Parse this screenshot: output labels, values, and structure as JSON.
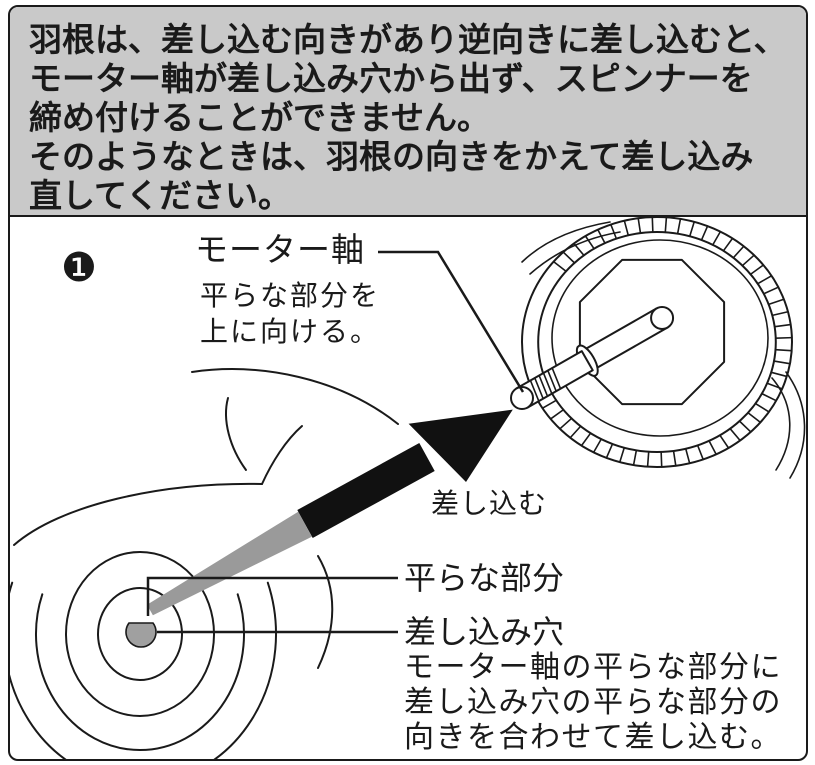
{
  "notice": {
    "lines": [
      "羽根は、差し込む向きがあり逆向きに差し込むと、",
      "モーター軸が差し込み穴から出ず、スピンナーを",
      "締め付けることができません。",
      "そのようなときは、羽根の向きをかえて差し込み",
      "直してください。"
    ]
  },
  "step": {
    "marker": "❶"
  },
  "labels": {
    "motor_shaft": "モーター軸",
    "motor_shaft_note": [
      "平らな部分を",
      "上に向ける。"
    ],
    "insert_direction": "差し込む",
    "flat_part": "平らな部分",
    "insertion_hole": "差し込み穴",
    "insertion_hole_note": [
      "モーター軸の平らな部分に",
      "差し込み穴の平らな部分の",
      "向きを合わせて差し込む。"
    ]
  },
  "colors": {
    "header_bg": "#c9c9c9",
    "ink": "#1a1a1a",
    "arrow": "#111111",
    "arrow_tail": "#9a9a9a",
    "hole": "#a0a0a0"
  }
}
